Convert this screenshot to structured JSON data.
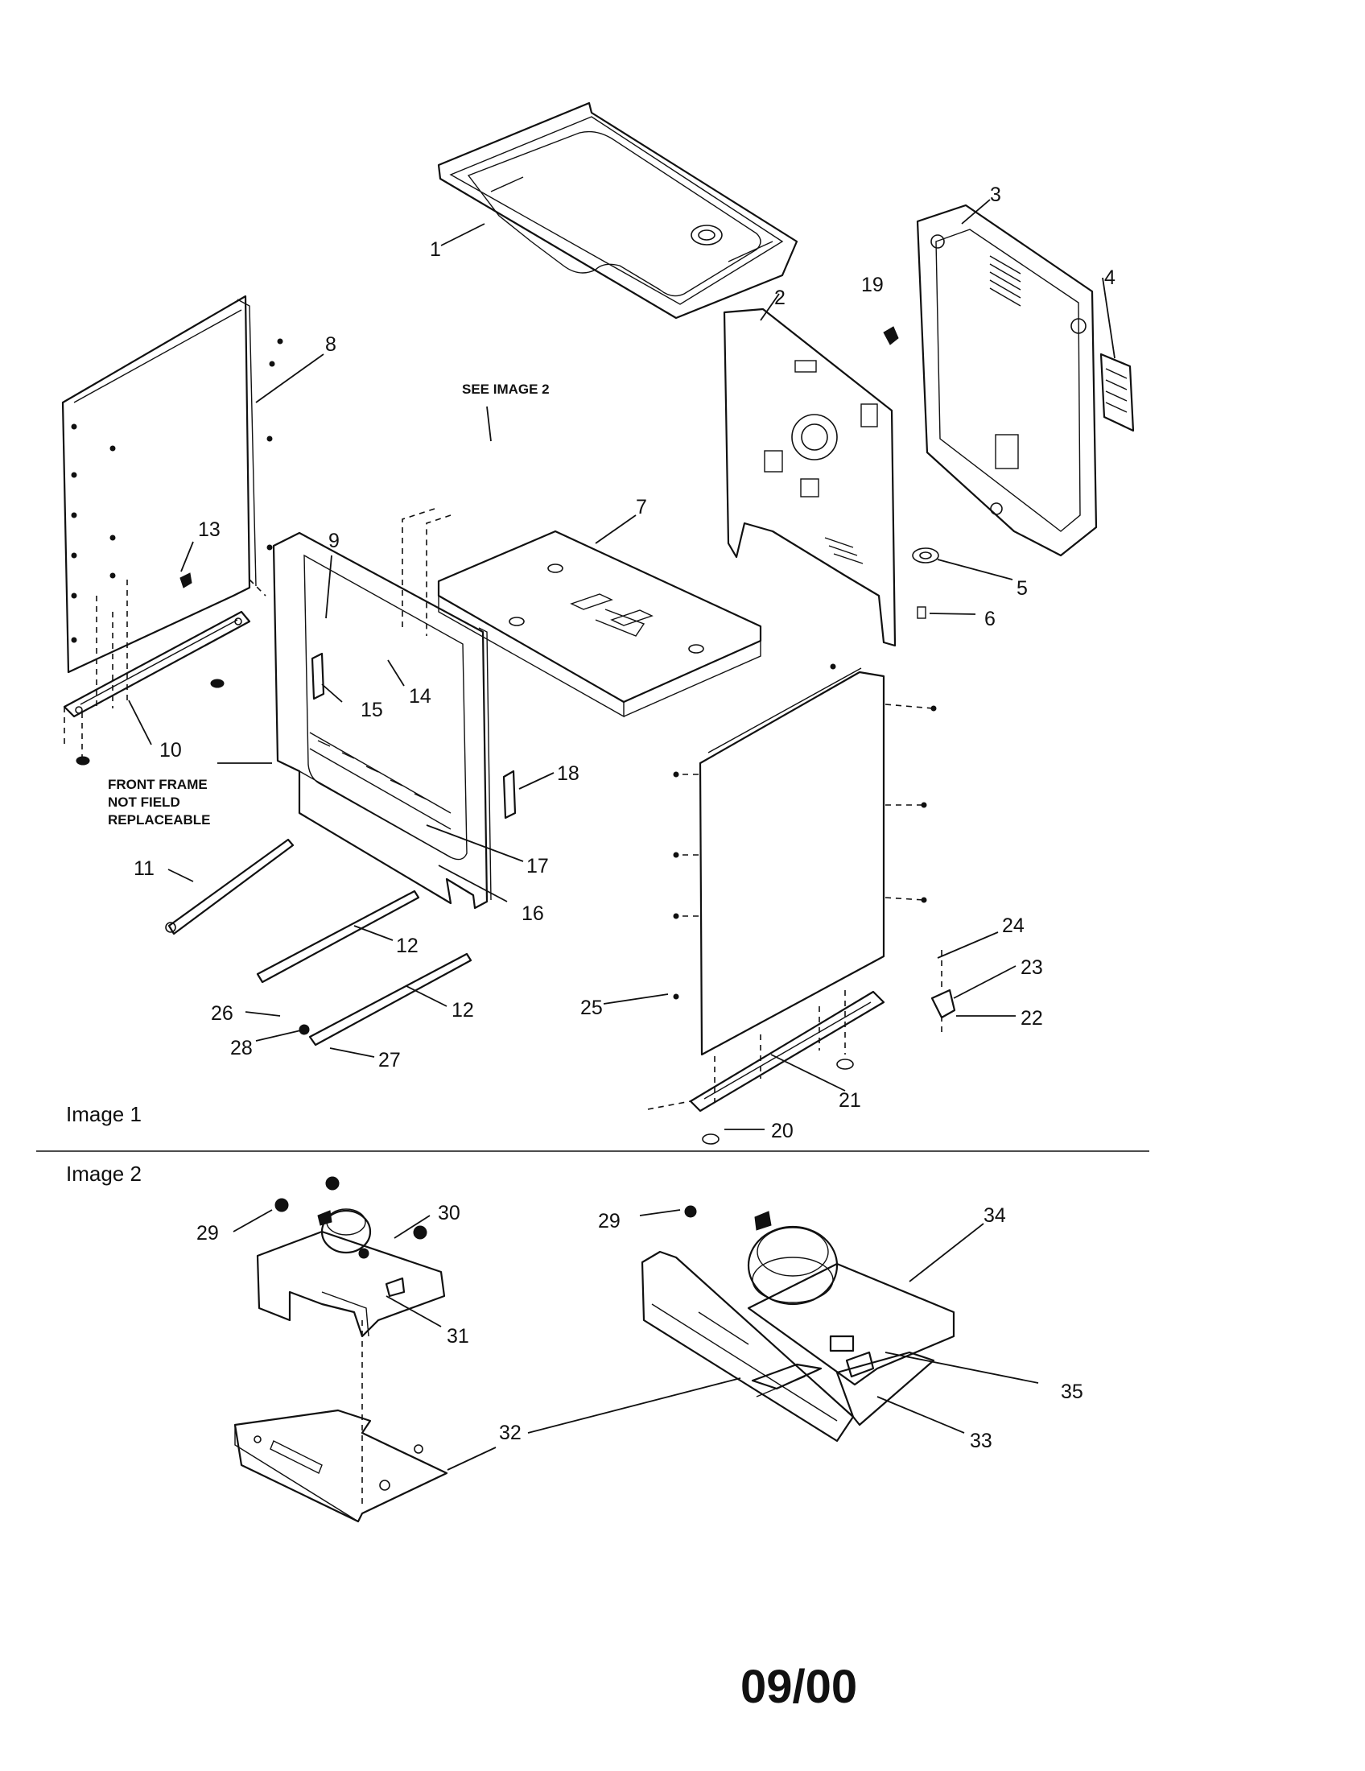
{
  "notes": {
    "see_image_2": "SEE IMAGE 2",
    "front_frame": [
      "FRONT FRAME",
      "NOT FIELD",
      "REPLACEABLE"
    ]
  },
  "sections": {
    "image1": "Image 1",
    "image2": "Image 2"
  },
  "date_code": "09/00",
  "callouts": {
    "c1": "1",
    "c2": "2",
    "c3": "3",
    "c4": "4",
    "c5": "5",
    "c6": "6",
    "c7": "7",
    "c8": "8",
    "c9": "9",
    "c10": "10",
    "c11": "11",
    "c12a": "12",
    "c12b": "12",
    "c13": "13",
    "c14": "14",
    "c15": "15",
    "c16": "16",
    "c17": "17",
    "c18": "18",
    "c19": "19",
    "c20": "20",
    "c21": "21",
    "c22": "22",
    "c23": "23",
    "c24": "24",
    "c25": "25",
    "c26": "26",
    "c27": "27",
    "c28": "28",
    "c29a": "29",
    "c29b": "29",
    "c30": "30",
    "c31": "31",
    "c32": "32",
    "c33": "33",
    "c34": "34",
    "c35": "35"
  }
}
